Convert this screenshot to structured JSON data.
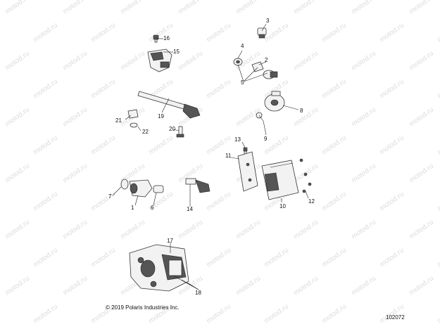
{
  "watermark": "motod.ru",
  "callouts": [
    "1",
    "2",
    "3",
    "4",
    "5",
    "6",
    "7",
    "8",
    "9",
    "10",
    "11",
    "12",
    "13",
    "14",
    "15",
    "16",
    "17",
    "18",
    "19",
    "20",
    "21",
    "22"
  ],
  "copyright": "© 2019 Polaris Industries Inc.",
  "reference_number": "102072"
}
